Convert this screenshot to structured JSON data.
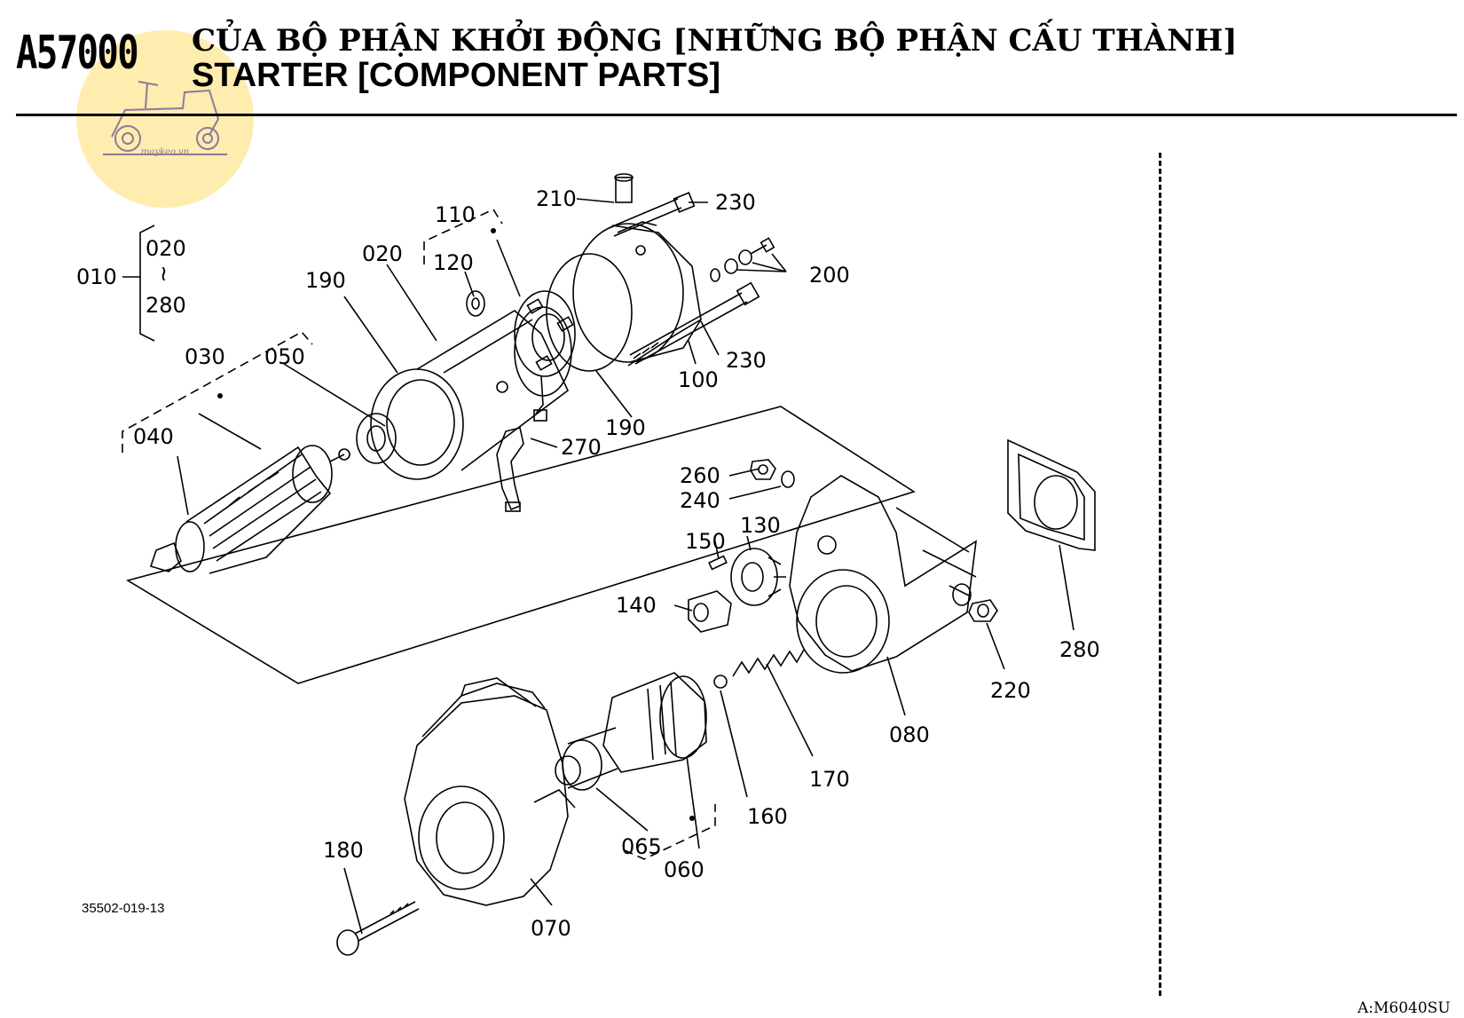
{
  "header": {
    "code": "A57000",
    "title_vi": "CỦA BỘ PHẬN KHỞI ĐỘNG [NHỮNG BỘ PHẬN CẤU THÀNH]",
    "title_en": "STARTER [COMPONENT PARTS]"
  },
  "watermark": {
    "text": "maykeo.vn"
  },
  "parts": {
    "p010": "010",
    "p020_range": "020",
    "tilde": "≀",
    "p280_range": "280",
    "p020": "020",
    "p030": "030",
    "p040": "040",
    "p050": "050",
    "p060": "060",
    "p065": "065",
    "p070": "070",
    "p080": "080",
    "p100": "100",
    "p110": "110",
    "p120": "120",
    "p130": "130",
    "p140": "140",
    "p150": "150",
    "p160": "160",
    "p170": "170",
    "p180": "180",
    "p190_a": "190",
    "p190_b": "190",
    "p200": "200",
    "p210": "210",
    "p220": "220",
    "p230_a": "230",
    "p230_b": "230",
    "p240": "240",
    "p260": "260",
    "p270": "270",
    "p280": "280"
  },
  "footer": {
    "figure_number": "35502-019-13",
    "model": "A:M6040SU"
  }
}
